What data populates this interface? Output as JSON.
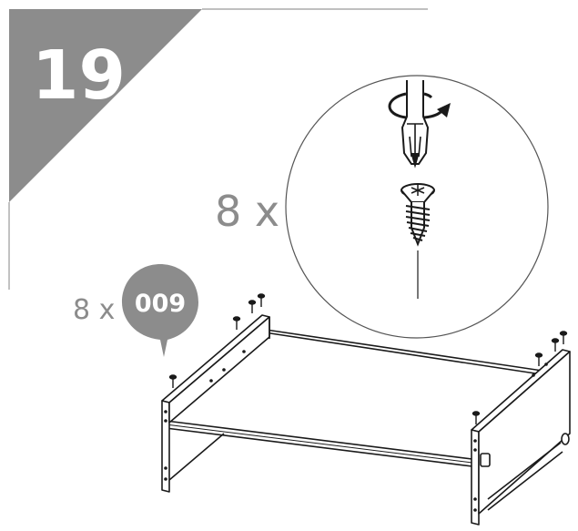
{
  "step": {
    "number": "19",
    "badge_color": "#8c8c8c"
  },
  "detail": {
    "quantity_label": "8 x",
    "icons": [
      "rotate-clockwise-arrow-icon",
      "phillips-screwdriver-icon",
      "countersunk-screw-icon"
    ]
  },
  "part": {
    "quantity_label": "8 x",
    "code": "009",
    "bubble_color": "#8c8c8c"
  },
  "colors": {
    "line": "#1a1a1a",
    "label_gray": "#8c8c8c"
  }
}
